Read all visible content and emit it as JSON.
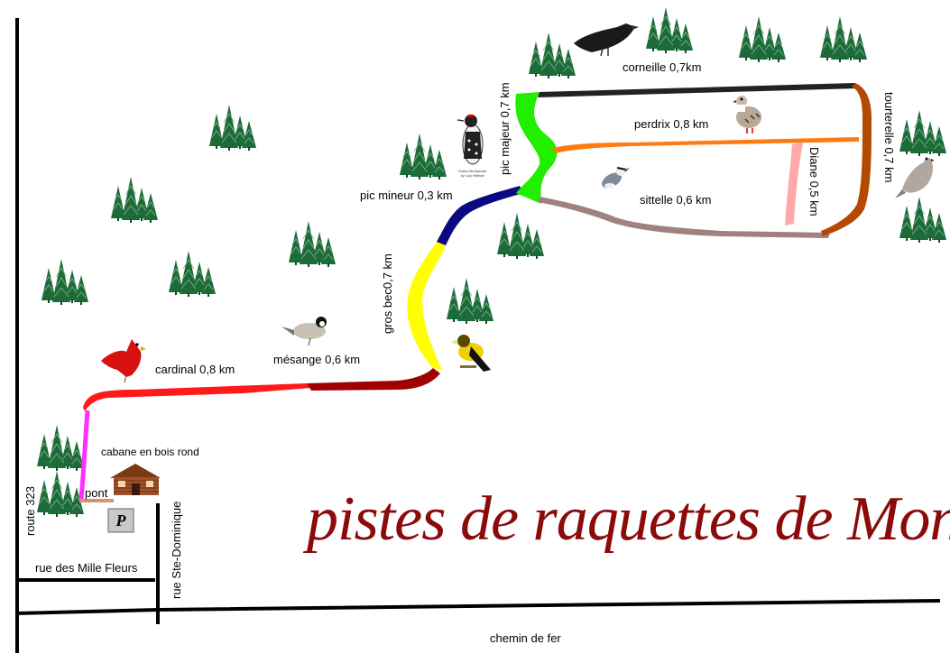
{
  "title": "pistes de raquettes de Montebello",
  "trails": [
    {
      "label": "cardinal 0,8 km",
      "color": "#ff1a1a"
    },
    {
      "label": "mésange 0,6 km",
      "color": "#a00000"
    },
    {
      "label": "gros bec0,7 km",
      "color": "#ffff00"
    },
    {
      "label": "pic mineur 0,3 km",
      "color": "#0a0a80"
    },
    {
      "label": "pic majeur 0,7 km",
      "color": "#22ee00"
    },
    {
      "label": "corneille 0,7km",
      "color": "#222222"
    },
    {
      "label": "perdrix 0,8 km",
      "color": "#ff7a10"
    },
    {
      "label": "sittelle 0,6 km",
      "color": "#a08080"
    },
    {
      "label": "Diane 0,5 km",
      "color": "#ffaaaa"
    },
    {
      "label": "tourterelle 0,7 km",
      "color": "#b34a00"
    }
  ],
  "places": {
    "cabin": "cabane en bois rond",
    "bridge": "pont",
    "parking": "P"
  },
  "roads": {
    "route323": "route 323",
    "mille_fleurs": "rue des Mille Fleurs",
    "ste_dominique": "rue Ste-Dominique",
    "railway": "chemin de fer"
  },
  "woodpecker_caption": [
    "Downy Woodpecker",
    "by Lucy Helfman"
  ],
  "icons": [
    "tree-cluster-icon",
    "cardinal-icon",
    "chickadee-icon",
    "grosbeak-icon",
    "woodpecker-icon",
    "crow-icon",
    "partridge-icon",
    "nuthatch-icon",
    "dove-icon",
    "cabin-icon"
  ]
}
